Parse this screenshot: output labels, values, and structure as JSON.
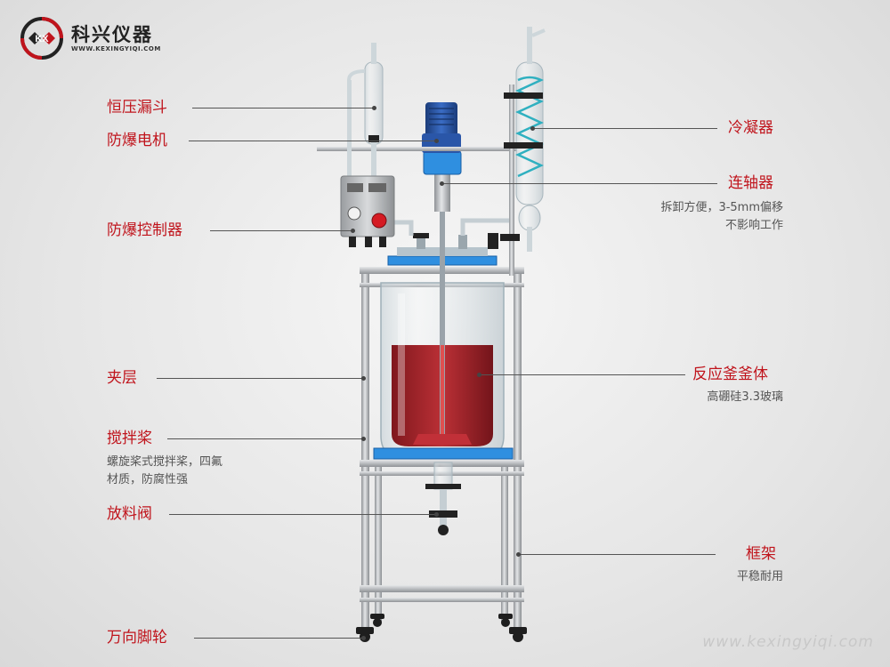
{
  "brand": {
    "name": "科兴仪器",
    "url": "WWW.KEXINGYIQI.COM",
    "logo_letters": "KX"
  },
  "labels_left": [
    {
      "key": "funnel",
      "title": "恒压漏斗"
    },
    {
      "key": "motor",
      "title": "防爆电机"
    },
    {
      "key": "controller",
      "title": "防爆控制器"
    },
    {
      "key": "jacket",
      "title": "夹层"
    },
    {
      "key": "stirrer",
      "title": "搅拌桨",
      "desc": [
        "螺旋桨式搅拌桨，四氟",
        "材质，防腐性强"
      ]
    },
    {
      "key": "valve",
      "title": "放料阀"
    },
    {
      "key": "wheels",
      "title": "万向脚轮"
    }
  ],
  "labels_right": [
    {
      "key": "condenser",
      "title": "冷凝器"
    },
    {
      "key": "coupling",
      "title": "连轴器",
      "desc": [
        "拆卸方便，3-5mm偏移",
        "不影响工作"
      ]
    },
    {
      "key": "vessel",
      "title": "反应釜釜体",
      "desc": [
        "高硼硅3.3玻璃"
      ]
    },
    {
      "key": "frame",
      "title": "框架",
      "desc": [
        "平稳耐用"
      ]
    }
  ],
  "watermark": "www.kexingyiqi.com",
  "colors": {
    "label": "#c0141c",
    "liquid": "#a0141c",
    "motor": "#2a56a8",
    "flange": "#2f8fe0",
    "frame": "#b5b8bb",
    "logo_red": "#c0141c"
  }
}
